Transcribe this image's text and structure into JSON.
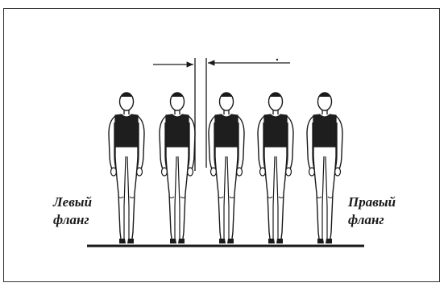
{
  "labels": {
    "left_flank": [
      "Левый",
      "фланг"
    ],
    "right_flank": [
      "Правый",
      "фланг"
    ]
  },
  "figures": {
    "count": 5
  },
  "colors": {
    "ink": "#1a1a1a",
    "shirt": "#1e1e1e",
    "background": "#ffffff"
  }
}
